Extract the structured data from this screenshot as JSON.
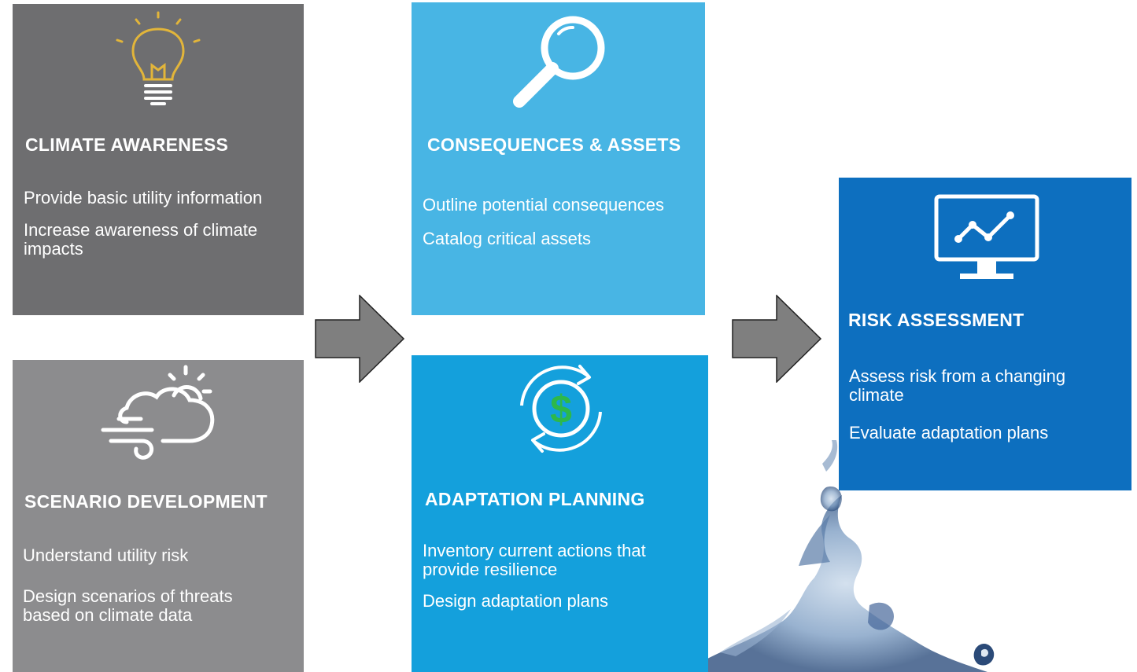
{
  "colors": {
    "climate_awareness_bg": "#6e6e70",
    "scenario_development_bg": "#8c8c8e",
    "consequences_assets_bg": "#48b5e4",
    "adaptation_planning_bg": "#14a0dc",
    "risk_assessment_bg": "#0d6fbf",
    "arrow_fill": "#7f7f7f",
    "lightbulb": "#e2b53a",
    "dollar": "#2db84a"
  },
  "cards": {
    "climate_awareness": {
      "title": "CLIMATE AWARENESS",
      "icon": "lightbulb-icon",
      "items": [
        "Provide basic utility information",
        "Increase awareness of climate impacts"
      ]
    },
    "scenario_development": {
      "title": "SCENARIO DEVELOPMENT",
      "icon": "wind-cloud-sun-icon",
      "items": [
        "Understand utility risk",
        "Design scenarios of threats based on climate data"
      ]
    },
    "consequences_assets": {
      "title": "CONSEQUENCES & ASSETS",
      "icon": "magnifying-glass-icon",
      "items": [
        "Outline potential consequences",
        "Catalog critical assets"
      ]
    },
    "adaptation_planning": {
      "title": "ADAPTATION PLANNING",
      "icon": "dollar-cycle-icon",
      "items": [
        "Inventory current actions that provide resilience",
        "Design adaptation plans"
      ]
    },
    "risk_assessment": {
      "title": "RISK ASSESSMENT",
      "icon": "monitor-chart-icon",
      "items": [
        "Assess risk from a changing climate",
        "Evaluate adaptation plans"
      ]
    }
  }
}
